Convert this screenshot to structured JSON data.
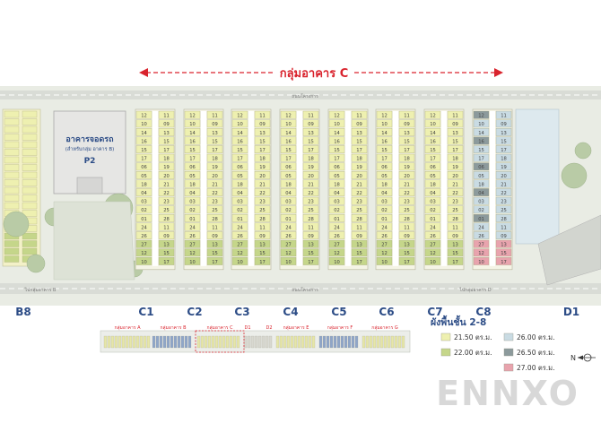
{
  "title": "กลุ่มอาคาร C",
  "parking": {
    "name": "อาคารจอดรถ",
    "note": "(สำหรับกลุ่ม อาคาร B)",
    "code": "P2"
  },
  "road_label": "ถนนโครงการ",
  "road_to_b": "ไปกลุ่มอาคาร B",
  "road_to_d": "ไปกลุ่มอาคาร D",
  "buildings": [
    "C1",
    "C2",
    "C3",
    "C4",
    "C5",
    "C6",
    "C7",
    "C8"
  ],
  "side_labels": [
    "B8",
    "D1"
  ],
  "unit_numbers_left": [
    "12",
    "10",
    "14",
    "16",
    "15",
    "17",
    "06",
    "05",
    "18",
    "04",
    "03",
    "02",
    "01",
    "24",
    "26",
    "27"
  ],
  "unit_numbers_right": [
    "11",
    "09",
    "13",
    "15",
    "17",
    "18",
    "19",
    "20",
    "21",
    "22",
    "23",
    "25",
    "28"
  ],
  "keymap": {
    "groups": [
      "กลุ่มอาคาร A",
      "กลุ่มอาคาร B",
      "กลุ่มอาคาร C",
      "กลุ่มอาคาร E",
      "กลุ่มอาคาร F",
      "กลุ่มอาคาร G"
    ],
    "d_labels": [
      "D1",
      "D2"
    ]
  },
  "legend": {
    "heading": "ผังพื้นชั้น 2-8",
    "items": [
      {
        "label": "21.50 ตร.ม.",
        "color": "#eef0b0"
      },
      {
        "label": "26.00 ตร.ม.",
        "color": "#c9dbe3"
      },
      {
        "label": "22.00 ตร.ม.",
        "color": "#c5d68a"
      },
      {
        "label": "26.50 ตร.ม.",
        "color": "#8c9a9c"
      },
      {
        "label": "27.00 ตร.ม.",
        "color": "#e8a3ad"
      }
    ]
  },
  "compass": "N",
  "watermark": "ENNXO"
}
